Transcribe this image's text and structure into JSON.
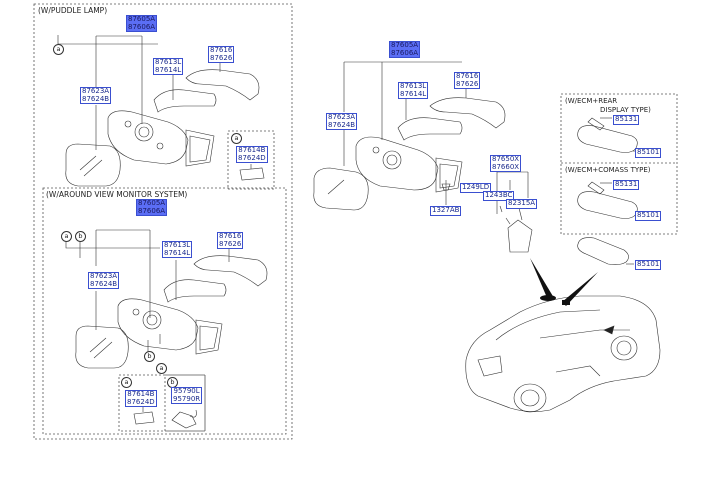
{
  "sections": {
    "puddle_lamp_title": "(W/PUDDLE LAMP)",
    "avm_title": "(W/AROUND VIEW MONITOR SYSTEM)",
    "ecm_rear_title_1": "(W/ECM+REAR",
    "ecm_rear_title_2": "DISPLAY TYPE)",
    "ecm_compass_title": "(W/ECM+COMASS TYPE)"
  },
  "callouts": {
    "a": "a",
    "b": "b"
  },
  "parts": {
    "p1_assy": "87605A\n87606A",
    "p1_cover": "87613L\n87614L",
    "p1_cap": "87616\n87626",
    "p1_glass": "87623A\n87624B",
    "p1_lamp": "87614B\n87624D",
    "p2_assy": "87605A\n87606A",
    "p2_cover": "87613L\n87614L",
    "p2_cap": "87616\n87626",
    "p2_glass": "87623A\n87624B",
    "p2_lamp": "87614B\n87624D",
    "p2_camera": "95790L\n95790R",
    "m_assy": "87605A\n87606A",
    "m_cover": "87613L\n87614L",
    "m_cap": "87616\n87626",
    "m_glass": "87623A\n87624B",
    "m_screw": "1327AB",
    "m_base": "87650X\n87660X",
    "m_bolt1": "1249LD",
    "m_bolt2": "1243BC",
    "m_bracket": "82315A",
    "r1_cover": "85131",
    "r1_mirror": "85101",
    "r2_cover": "85131",
    "r2_mirror": "85101",
    "r3_mirror": "85101"
  }
}
